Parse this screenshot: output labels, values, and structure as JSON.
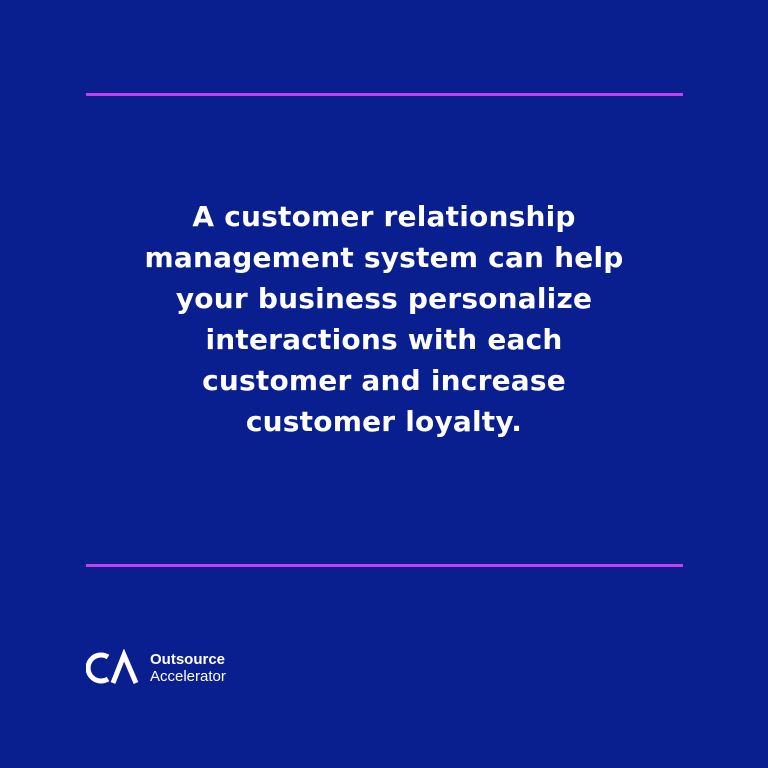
{
  "colors": {
    "background": "#0a1f8f",
    "accent_rule": "#c43ff0",
    "text": "#ffffff"
  },
  "quote": {
    "lines": [
      "A customer relationship",
      "management system can help",
      "your business personalize",
      "interactions with each",
      "customer and increase",
      "customer loyalty."
    ]
  },
  "brand": {
    "logo_icon": "outsource-accelerator-logo-icon",
    "name_line1": "Outsource",
    "name_line2": "Accelerator"
  }
}
